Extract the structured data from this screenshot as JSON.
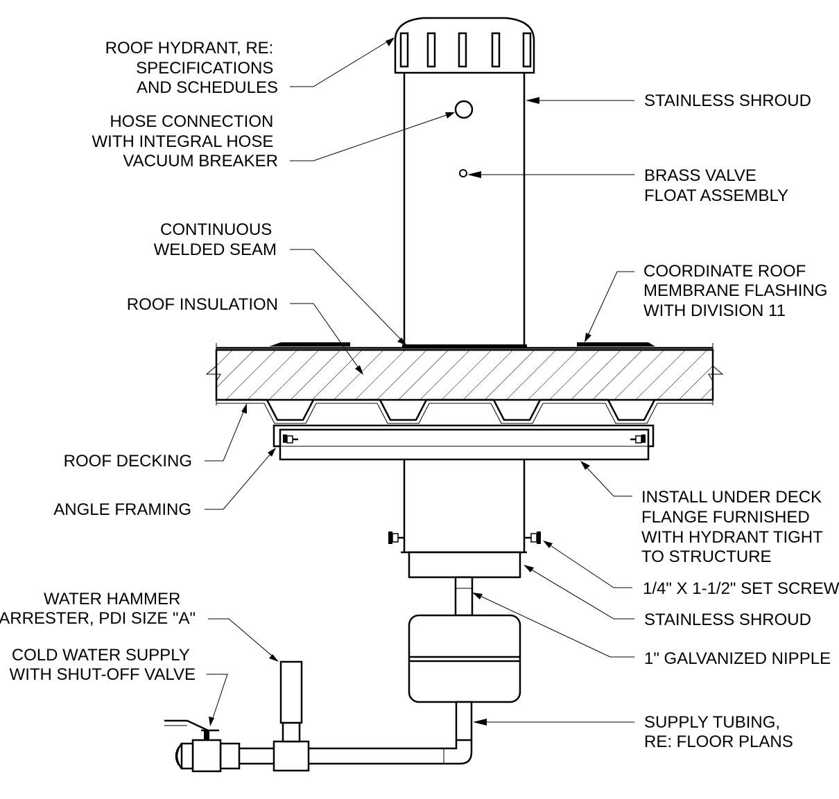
{
  "labels": {
    "roof_hydrant": [
      "ROOF HYDRANT,  RE:",
      "SPECIFICATIONS",
      "AND SCHEDULES"
    ],
    "hose_connection": [
      "HOSE CONNECTION",
      "WITH INTEGRAL HOSE",
      "VACUUM BREAKER"
    ],
    "welded_seam": [
      "CONTINUOUS",
      "WELDED SEAM"
    ],
    "roof_insulation": [
      "ROOF INSULATION"
    ],
    "roof_decking": [
      "ROOF DECKING"
    ],
    "angle_framing": [
      "ANGLE FRAMING"
    ],
    "water_hammer": [
      "WATER HAMMER",
      "ARRESTER, PDI SIZE \"A\""
    ],
    "cold_water": [
      "COLD WATER SUPPLY",
      "WITH SHUT-OFF VALVE"
    ],
    "stainless_shroud_top": [
      "STAINLESS SHROUD"
    ],
    "brass_valve": [
      "BRASS VALVE",
      "FLOAT ASSEMBLY"
    ],
    "coordinate_roof": [
      "COORDINATE ROOF",
      "MEMBRANE FLASHING",
      "WITH DIVISION 11"
    ],
    "under_deck_flange": [
      "INSTALL UNDER DECK",
      "FLANGE FURNISHED",
      "WITH HYDRANT TIGHT",
      "TO STRUCTURE"
    ],
    "set_screw": [
      "1/4\" X 1-1/2\" SET SCREW"
    ],
    "stainless_shroud_bottom": [
      "STAINLESS SHROUD"
    ],
    "galvanized_nipple": [
      "1\" GALVANIZED NIPPLE"
    ],
    "supply_tubing": [
      "SUPPLY TUBING,",
      "RE: FLOOR PLANS"
    ]
  }
}
